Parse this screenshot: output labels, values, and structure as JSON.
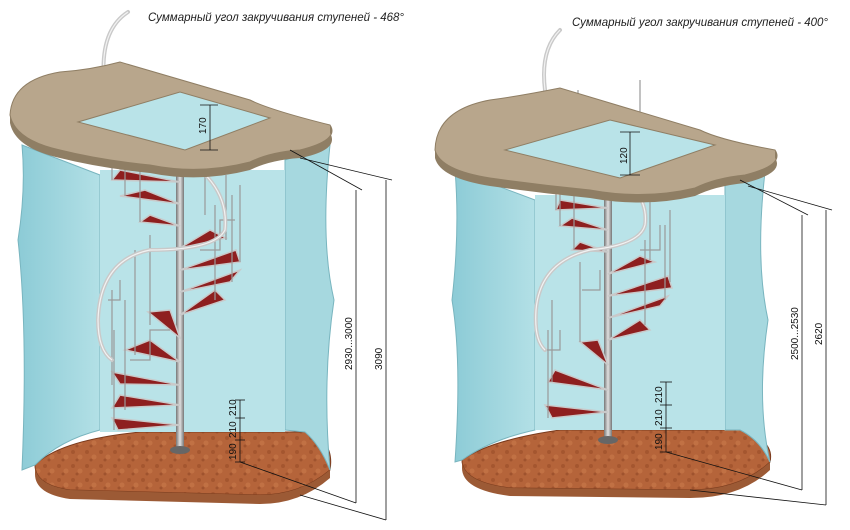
{
  "left_diagram": {
    "caption": "Суммарный угол закручивания ступеней - 468°",
    "dimensions": {
      "opening_gap": "170",
      "floor_to_floor_range": "2930...3000",
      "total_height": "3090",
      "step_rise_1": "190",
      "step_rise_2": "210",
      "step_rise_3": "210"
    }
  },
  "right_diagram": {
    "caption": "Суммарный угол закручивания ступеней - 400°",
    "dimensions": {
      "opening_gap": "120",
      "floor_to_floor_range": "2500...2530",
      "total_height": "2620",
      "step_rise_1": "190",
      "step_rise_2": "210",
      "step_rise_3": "210"
    }
  },
  "colors": {
    "wall": "#9fd4dc",
    "wall_edge": "#7fb8c2",
    "slab_top": "#b8a68c",
    "slab_side": "#8f7e64",
    "floor": "#b5643a",
    "tread": "#8e1f1f",
    "metal": "#a9a9a9"
  }
}
